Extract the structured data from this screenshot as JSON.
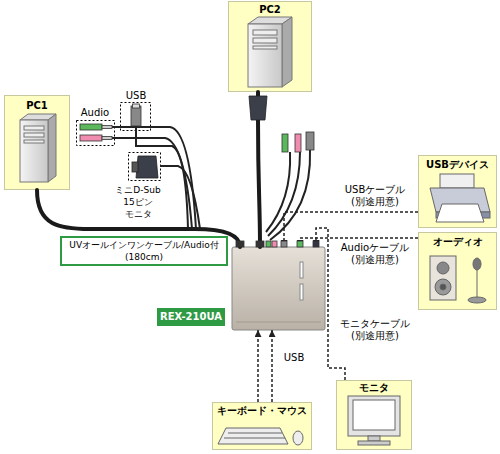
{
  "diagram": {
    "nodes": [
      {
        "text": [
          "PC1"
        ]
      },
      {
        "text": [
          "PC2"
        ]
      },
      {
        "text": [
          "USBデバイス"
        ]
      },
      {
        "text": [
          "UVオールインワンケーブル/Audio付 (180cm)"
        ]
      },
      {
        "text": [
          "オーディオ"
        ]
      },
      {
        "text": [
          "REX-210UA"
        ]
      },
      {
        "text": [
          "モニタ"
        ]
      },
      {
        "text": [
          "キーボード・マウス"
        ]
      }
    ],
    "edges": [
      {
        "from": 0,
        "to": 5,
        "arrow": "none"
      },
      {
        "from": 1,
        "to": 5,
        "arrow": "none"
      },
      {
        "from": 2,
        "to": 5,
        "arrow": "to"
      },
      {
        "from": 4,
        "to": 5,
        "arrow": "to"
      },
      {
        "from": 6,
        "to": 5,
        "arrow": "to"
      },
      {
        "from": 7,
        "to": 5,
        "arrow": "to"
      },
      {
        "from": 7,
        "to": 5,
        "arrow": "to"
      }
    ],
    "labels": [
      "Audio",
      "USB",
      "ミニD-Sub 15ピン モニタ",
      "USBケーブル (別途用意)",
      "Audioケーブル (別途用意)",
      "モニタケーブル (別途用意)",
      "USB"
    ]
  }
}
